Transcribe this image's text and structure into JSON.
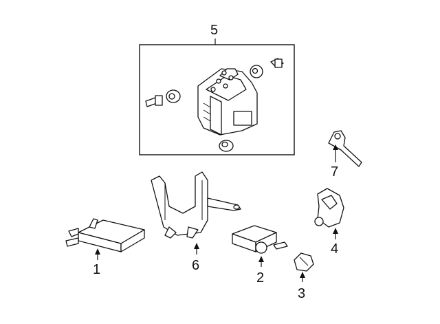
{
  "callouts": [
    {
      "id": "5",
      "label": "5"
    },
    {
      "id": "7",
      "label": "7"
    },
    {
      "id": "1",
      "label": "1"
    },
    {
      "id": "6",
      "label": "6"
    },
    {
      "id": "2",
      "label": "2"
    },
    {
      "id": "3",
      "label": "3"
    },
    {
      "id": "4",
      "label": "4"
    }
  ]
}
